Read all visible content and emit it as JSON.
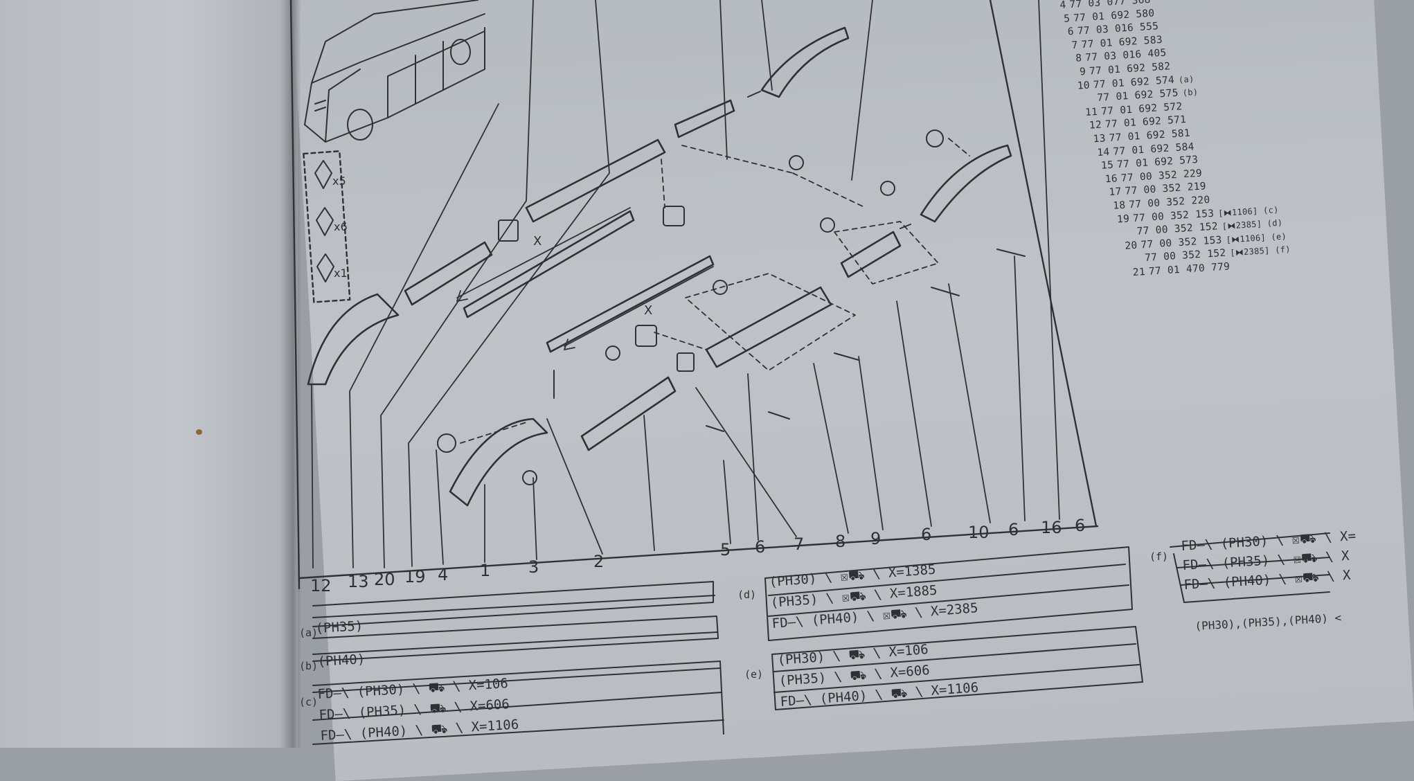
{
  "parts_list": [
    {
      "ref": "4",
      "number": "77 03 077 368",
      "note": ""
    },
    {
      "ref": "5",
      "number": "77 01 692 580",
      "note": ""
    },
    {
      "ref": "6",
      "number": "77 03 016 555",
      "note": ""
    },
    {
      "ref": "7",
      "number": "77 01 692 583",
      "note": ""
    },
    {
      "ref": "8",
      "number": "77 03 016 405",
      "note": ""
    },
    {
      "ref": "9",
      "number": "77 01 692 582",
      "note": ""
    },
    {
      "ref": "10",
      "number": "77 01 692 574",
      "note": "(a)"
    },
    {
      "ref": "",
      "number": "77 01 692 575",
      "note": "(b)"
    },
    {
      "ref": "11",
      "number": "77 01 692 572",
      "note": ""
    },
    {
      "ref": "12",
      "number": "77 01 692 571",
      "note": ""
    },
    {
      "ref": "13",
      "number": "77 01 692 581",
      "note": ""
    },
    {
      "ref": "14",
      "number": "77 01 692 584",
      "note": ""
    },
    {
      "ref": "15",
      "number": "77 01 692 573",
      "note": ""
    },
    {
      "ref": "16",
      "number": "77 00 352 229",
      "note": ""
    },
    {
      "ref": "17",
      "number": "77 00 352 219",
      "note": ""
    },
    {
      "ref": "18",
      "number": "77 00 352 220",
      "note": ""
    },
    {
      "ref": "19",
      "number": "77 00 352 153",
      "note": "[⧓1106] (c)"
    },
    {
      "ref": "",
      "number": "77 00 352 152",
      "note": "[⧓2385] (d)"
    },
    {
      "ref": "20",
      "number": "77 00 352 153",
      "note": "[⧓1106] (e)"
    },
    {
      "ref": "",
      "number": "77 00 352 152",
      "note": "[⧓2385] (f)"
    },
    {
      "ref": "21",
      "number": "77 01 470 779",
      "note": ""
    }
  ],
  "callouts": [
    "12",
    "13",
    "20",
    "19",
    "4",
    "1",
    "3",
    "2",
    "5",
    "6",
    "7",
    "8",
    "9",
    "6",
    "10",
    "6",
    "16",
    "6"
  ],
  "clip_qty": [
    "x5",
    "x6",
    "x1"
  ],
  "dimension_label": "X",
  "tables": {
    "a": {
      "label": "(a)",
      "rows": [
        "(PH35)"
      ]
    },
    "b": {
      "label": "(b)",
      "rows": [
        "(PH40)"
      ]
    },
    "c": {
      "label": "(c)",
      "rows": [
        "FD—\\ (PH30) \\ ⛟ \\ X=106",
        "FD—\\ (PH35) \\ ⛟ \\ X=606",
        "FD—\\ (PH40) \\ ⛟ \\ X=1106"
      ]
    },
    "d": {
      "label": "(d)",
      "rows": [
        "(PH30) \\ ☒⛟ \\ X=1385",
        "(PH35) \\ ☒⛟ \\ X=1885",
        "FD—\\ (PH40) \\ ☒⛟ \\ X=2385"
      ]
    },
    "e": {
      "label": "(e)",
      "rows": [
        "(PH30) \\ ⛟ \\ X=106",
        "(PH35) \\ ⛟ \\ X=606",
        "FD—\\ (PH40) \\ ⛟ \\ X=1106"
      ]
    },
    "f": {
      "label": "(f)",
      "rows": [
        "FD—\\ (PH30) \\ ☒⛟ \\ X=",
        "FD—\\ (PH35) \\ ☒⛟ \\ X",
        "FD—\\ (PH40) \\ ☒⛟ \\ X"
      ]
    }
  },
  "footnote": "(PH30),(PH35),(PH40) <"
}
